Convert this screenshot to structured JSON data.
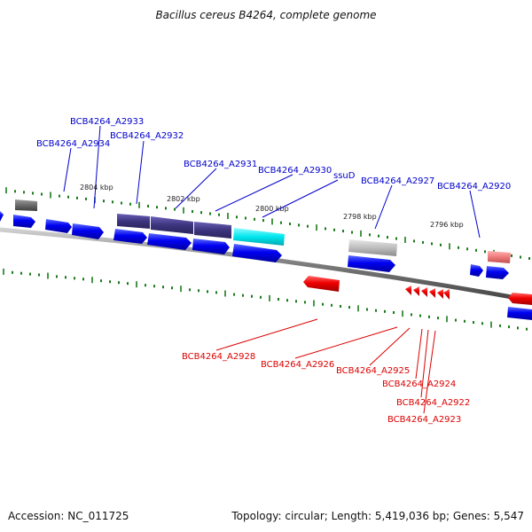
{
  "title": "Bacillus cereus B4264, complete genome",
  "footer": {
    "accession": "Accession: NC_011725",
    "summary": "Topology: circular; Length: 5,419,036 bp; Genes: 5,547"
  },
  "colors": {
    "forward_label": "#0000cc",
    "reverse_label": "#dd0000",
    "tick": "#1a7a1a",
    "backbone": "#7a7a7a"
  },
  "scale_labels": [
    "2804 kbp",
    "2802 kbp",
    "2800 kbp",
    "2798 kbp",
    "2796 kbp"
  ],
  "forward_labels": [
    "BCB4264_A2933",
    "BCB4264_A2934",
    "BCB4264_A2932",
    "BCB4264_A2931",
    "BCB4264_A2930",
    "ssuD",
    "BCB4264_A2927",
    "BCB4264_A2920"
  ],
  "reverse_labels": [
    "BCB4264_A2928",
    "BCB4264_A2926",
    "BCB4264_A2925",
    "BCB4264_A2924",
    "BCB4264_A2922",
    "BCB4264_A2923"
  ]
}
